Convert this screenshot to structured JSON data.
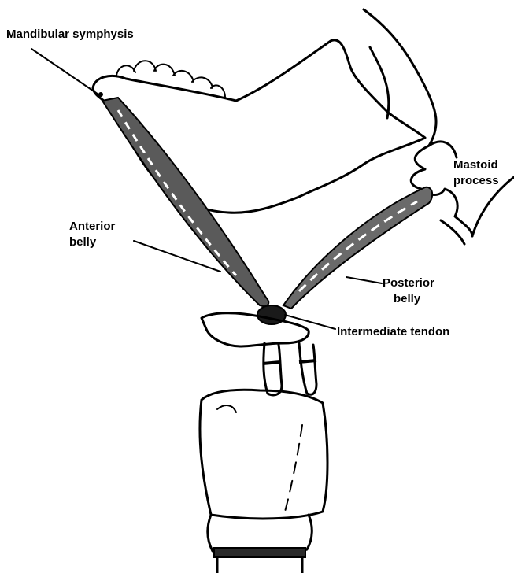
{
  "labels": {
    "mandibular_symphysis": "Mandibular symphysis",
    "mastoid_process_line1": "Mastoid",
    "mastoid_process_line2": "process",
    "anterior_belly_line1": "Anterior",
    "anterior_belly_line2": "belly",
    "posterior_belly_line1": "Posterior",
    "posterior_belly_line2": "belly",
    "intermediate_tendon": "Intermediate tendon"
  },
  "colors": {
    "ink": "#000000",
    "background": "#ffffff",
    "muscle_shade": "#3a3a3a"
  }
}
